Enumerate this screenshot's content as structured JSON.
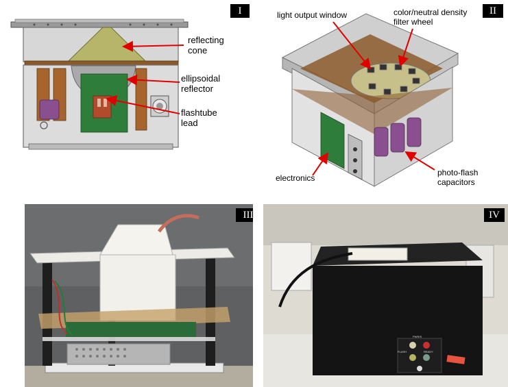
{
  "panels": [
    {
      "id": "I",
      "tag": "I",
      "labels": {
        "cone": "reflecting\ncone",
        "reflector": "ellipsoidal\nreflector",
        "lead": "flashtube\nlead"
      }
    },
    {
      "id": "II",
      "tag": "II",
      "labels": {
        "window": "light output window",
        "wheel": "color/neutral density\nfilter wheel",
        "electronics": "electronics",
        "capacitors": "photo-flash\ncapacitors"
      }
    },
    {
      "id": "III",
      "tag": "III"
    },
    {
      "id": "IV",
      "tag": "IV",
      "device_labels": {
        "top": "PWR/S",
        "left": "FLASH",
        "right": "READY"
      }
    }
  ],
  "colors": {
    "arrow": "#e00000",
    "frame": "#8a8a8a",
    "wood": "#8b5a2b",
    "pcb_green": "#2f7d3a",
    "capacitor": "#8a4f8f",
    "cone": "#b7b56a",
    "black_box": "#141414"
  }
}
